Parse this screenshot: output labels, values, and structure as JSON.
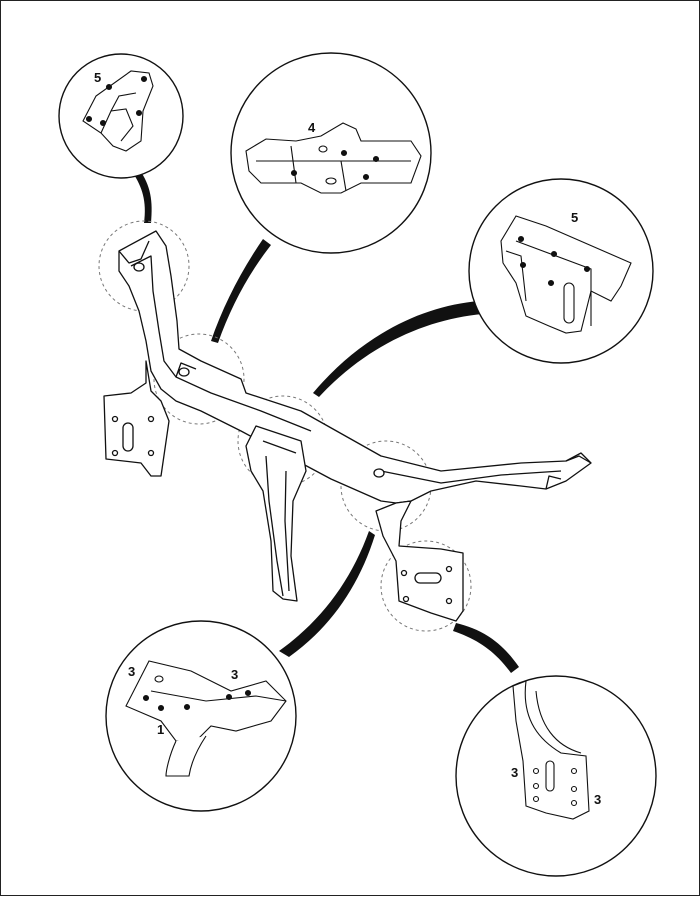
{
  "callouts": {
    "top_left": "5",
    "top_center": "4",
    "right": "5",
    "bottom_left_a": "3",
    "bottom_left_b": "3",
    "bottom_left_c": "1",
    "bottom_right_a": "3",
    "bottom_right_b": "3"
  },
  "colors": {
    "line": "#111111",
    "fill": "#ffffff",
    "dashed": "#777777"
  }
}
